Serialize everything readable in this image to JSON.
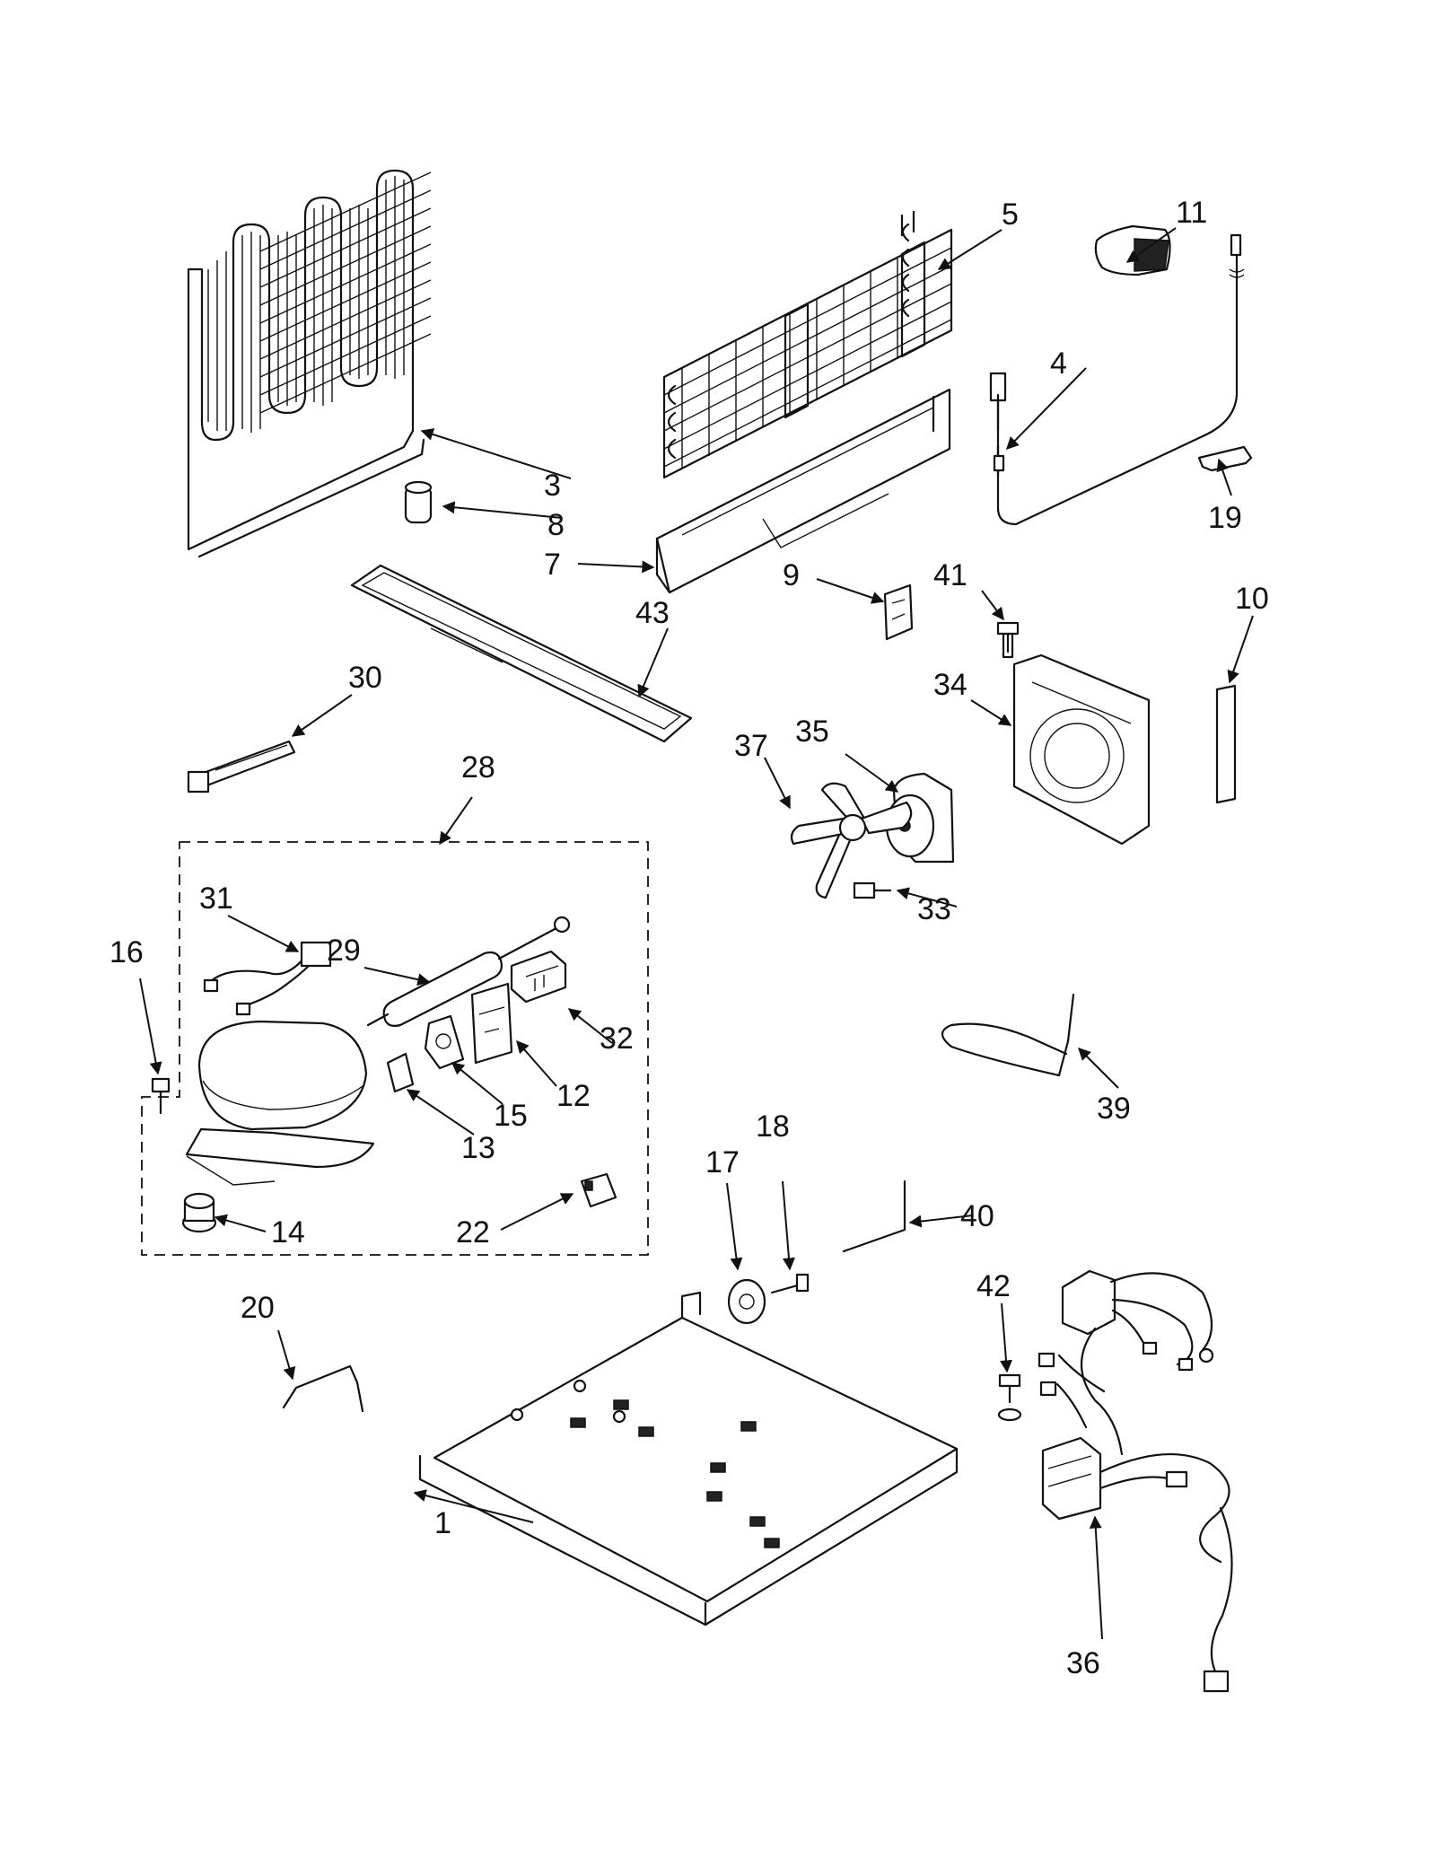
{
  "callouts": [
    {
      "id": "c1",
      "text": "1"
    },
    {
      "id": "c3",
      "text": "3"
    },
    {
      "id": "c4",
      "text": "4"
    },
    {
      "id": "c5",
      "text": "5"
    },
    {
      "id": "c7",
      "text": "7"
    },
    {
      "id": "c8",
      "text": "8"
    },
    {
      "id": "c9",
      "text": "9"
    },
    {
      "id": "c10",
      "text": "10"
    },
    {
      "id": "c11",
      "text": "11"
    },
    {
      "id": "c12",
      "text": "12"
    },
    {
      "id": "c13",
      "text": "13"
    },
    {
      "id": "c14",
      "text": "14"
    },
    {
      "id": "c15",
      "text": "15"
    },
    {
      "id": "c16",
      "text": "16"
    },
    {
      "id": "c17",
      "text": "17"
    },
    {
      "id": "c18",
      "text": "18"
    },
    {
      "id": "c19",
      "text": "19"
    },
    {
      "id": "c20",
      "text": "20"
    },
    {
      "id": "c22",
      "text": "22"
    },
    {
      "id": "c28",
      "text": "28"
    },
    {
      "id": "c29",
      "text": "29"
    },
    {
      "id": "c30",
      "text": "30"
    },
    {
      "id": "c31",
      "text": "31"
    },
    {
      "id": "c32",
      "text": "32"
    },
    {
      "id": "c33",
      "text": "33"
    },
    {
      "id": "c34",
      "text": "34"
    },
    {
      "id": "c35",
      "text": "35"
    },
    {
      "id": "c36",
      "text": "36"
    },
    {
      "id": "c37",
      "text": "37"
    },
    {
      "id": "c39",
      "text": "39"
    },
    {
      "id": "c40",
      "text": "40"
    },
    {
      "id": "c41",
      "text": "41"
    },
    {
      "id": "c42",
      "text": "42"
    },
    {
      "id": "c43",
      "text": "43"
    }
  ]
}
